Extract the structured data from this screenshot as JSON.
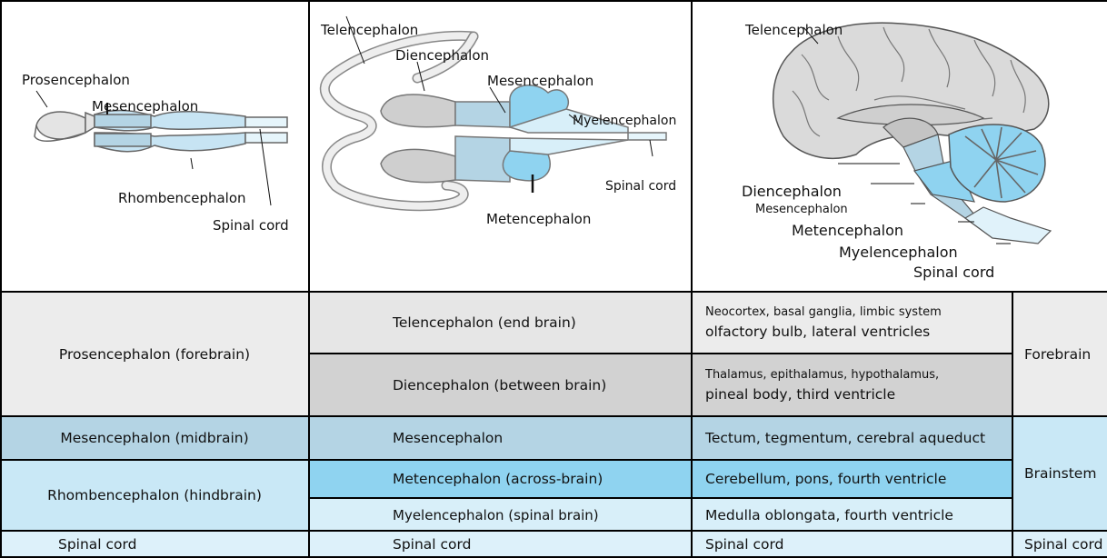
{
  "colors": {
    "forebrain_gray": "#ececec",
    "telencephalon_gray": "#e2e2e2",
    "diencephalon_gray": "#d2d2d2",
    "mesencephalon_blue": "#b4d4e4",
    "metencephalon_blue": "#8fd3f0",
    "myelencephalon_blue": "#d8eff9",
    "brainstem_blue": "#c9e8f6",
    "spinal_blue": "#ddf1fa",
    "line": "#111111"
  },
  "panel1": {
    "labels": {
      "prosencephalon": "Prosencephalon",
      "mesencephalon": "Mesencephalon",
      "rhombencephalon": "Rhombencephalon",
      "spinal_cord": "Spinal cord"
    }
  },
  "panel2": {
    "labels": {
      "telencephalon": "Telencephalon",
      "diencephalon": "Diencephalon",
      "mesencephalon": "Mesencephalon",
      "myelencephalon": "Myelencephalon",
      "spinal_cord": "Spinal cord",
      "metencephalon": "Metencephalon"
    }
  },
  "panel3": {
    "labels": {
      "telencephalon": "Telencephalon",
      "diencephalon": "Diencephalon",
      "mesencephalon": "Mesencephalon",
      "metencephalon": "Metencephalon",
      "myelencephalon": "Myelencephalon",
      "spinal_cord": "Spinal cord"
    }
  },
  "table": {
    "col1": {
      "prosencephalon": "Prosencephalon (forebrain)",
      "mesencephalon": "Mesencephalon (midbrain)",
      "rhombencephalon": "Rhombencephalon (hindbrain)",
      "spinal_cord": "Spinal cord"
    },
    "col2": {
      "telencephalon": "Telencephalon (end brain)",
      "diencephalon": "Diencephalon (between brain)",
      "mesencephalon": "Mesencephalon",
      "metencephalon": "Metencephalon (across-brain)",
      "myelencephalon": "Myelencephalon (spinal brain)",
      "spinal_cord": "Spinal cord"
    },
    "col3": {
      "telencephalon_line1": "Neocortex, basal ganglia, limbic system",
      "telencephalon_line2": "olfactory bulb, lateral ventricles",
      "diencephalon_line1": "Thalamus, epithalamus, hypothalamus,",
      "diencephalon_line2": "pineal body, third ventricle",
      "mesencephalon": "Tectum, tegmentum, cerebral aqueduct",
      "metencephalon": "Cerebellum, pons, fourth ventricle",
      "myelencephalon": "Medulla oblongata, fourth ventricle",
      "spinal_cord": "Spinal cord"
    },
    "col4": {
      "forebrain": "Forebrain",
      "brainstem": "Brainstem",
      "spinal_cord": "Spinal cord"
    }
  }
}
